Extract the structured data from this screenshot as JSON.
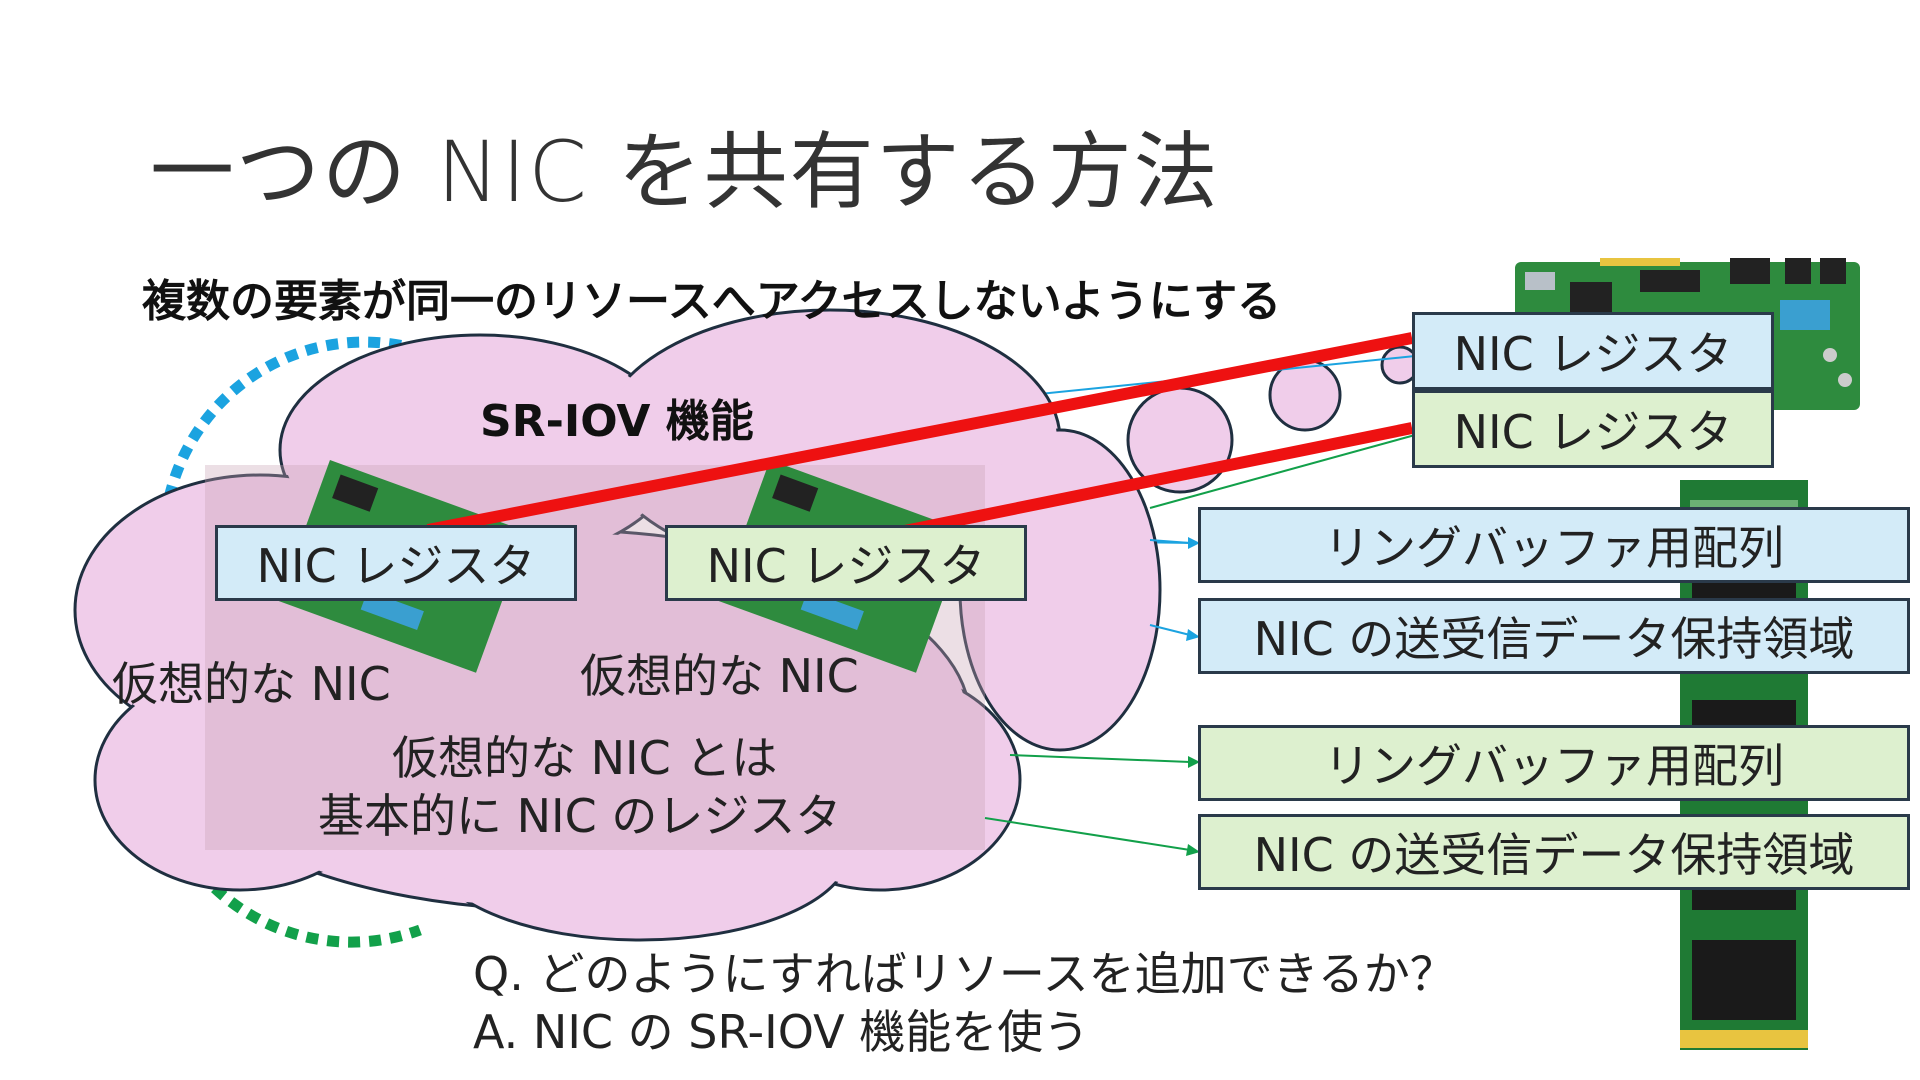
{
  "title": "一つの NIC を共有する方法",
  "subtitle": "複数の要素が同一のリソースへアクセスしないようにする",
  "cloud": {
    "heading": "SR-IOV 機能",
    "left_register": "NIC レジスタ",
    "right_register": "NIC レジスタ",
    "left_label": "仮想的な NIC",
    "right_label": "仮想的な NIC",
    "note_line1": "仮想的な NIC とは",
    "note_line2": "基本的に NIC のレジスタ"
  },
  "nic_card": {
    "register_blue": "NIC レジスタ",
    "register_green": "NIC レジスタ"
  },
  "memory": {
    "blue_ring": "リングバッファ用配列",
    "blue_data": "NIC の送受信データ保持領域",
    "green_ring": "リングバッファ用配列",
    "green_data": "NIC の送受信データ保持領域"
  },
  "qa": {
    "question": "Q. どのようにすればリソースを追加できるか？",
    "answer": "A. NIC の SR-IOV 機能を使う"
  },
  "colors": {
    "cloud_fill": "#f0cdea",
    "blue_box": "#d3ebf8",
    "green_box": "#ddf0cf",
    "red_line": "#ee1111",
    "blue_dots": "#1ba3e0",
    "green_dots": "#12a04a",
    "pcb": "#2e8b3e",
    "ram": "#1f7a34"
  }
}
